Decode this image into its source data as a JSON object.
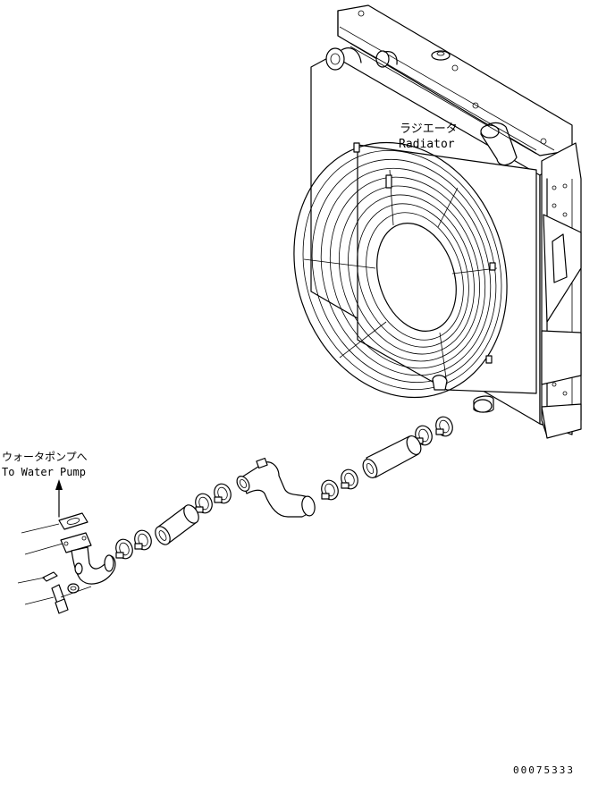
{
  "labels": {
    "radiator_jp": "ラジエータ",
    "radiator_en": "Radiator",
    "pump_jp": "ウォータポンプへ",
    "pump_en": "To Water Pump"
  },
  "drawing_number": "00075333"
}
